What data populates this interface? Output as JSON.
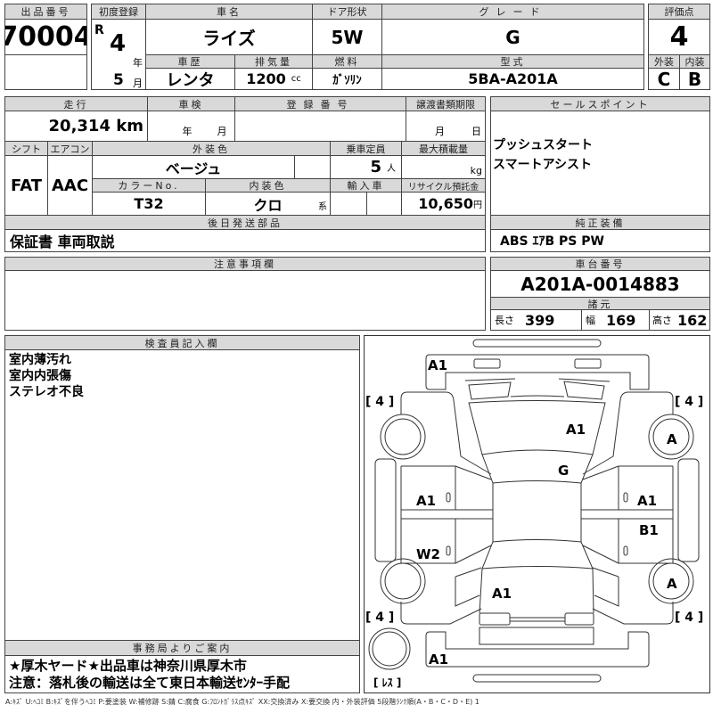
{
  "header": {
    "lot_no_label": "出品番号",
    "lot_no": "70004",
    "first_reg_label": "初度登録",
    "era": "R",
    "year": "4",
    "year_unit": "年",
    "month": "5",
    "month_unit": "月",
    "car_name_label": "車名",
    "car_name": "ライズ",
    "door_label": "ドア形状",
    "door": "5W",
    "grade_label": "グレード",
    "grade": "G",
    "history_label": "車歴",
    "history": "レンタ",
    "displacement_label": "排気量",
    "displacement": "1200",
    "displacement_unit": "cc",
    "fuel_label": "燃料",
    "fuel": "ｶﾞｿﾘﾝ",
    "model_label": "型式",
    "model": "5BA-A201A",
    "score_label": "評価点",
    "score": "4",
    "exterior_label": "外装",
    "interior_label": "内装",
    "exterior": "C",
    "interior": "B"
  },
  "details": {
    "mileage_label": "走行",
    "mileage": "20,314",
    "mileage_unit": "km",
    "inspection_label": "車検",
    "inspection_year_unit": "年",
    "inspection_month_unit": "月",
    "reg_no_label": "登録番号",
    "transfer_deadline_label": "譲渡書類期限",
    "transfer_month_unit": "月",
    "transfer_day_unit": "日",
    "shift_label": "シフト",
    "shift": "FAT",
    "ac_label": "エアコン",
    "ac": "AAC",
    "ext_color_label": "外装色",
    "ext_color": "ベージュ",
    "capacity_label": "乗車定員",
    "capacity": "5",
    "capacity_unit": "人",
    "max_load_label": "最大積載量",
    "max_load_unit": "kg",
    "color_no_label": "カラーNo.",
    "color_no": "T32",
    "int_color_label": "内装色",
    "int_color": "クロ",
    "int_color_unit": "系",
    "import_label": "輸入車",
    "recycle_label": "リサイクル預託金",
    "recycle": "10,650",
    "recycle_unit": "円",
    "later_parts_label": "後日発送部品",
    "later_parts": "保証書 車両取説"
  },
  "sales_points": {
    "label": "セールスポイント",
    "items": [
      "プッシュスタート",
      "スマートアシスト"
    ]
  },
  "equipment": {
    "label": "純正装備",
    "value": "ABS ｴｱB PS PW"
  },
  "notes": {
    "label": "注意事項欄"
  },
  "chassis": {
    "label": "車台番号",
    "value": "A201A-0014883",
    "specs_label": "諸元",
    "length_label": "長さ",
    "length": "399",
    "width_label": "幅",
    "width": "169",
    "height_label": "高さ",
    "height": "162"
  },
  "inspector": {
    "label": "検査員記入欄",
    "lines": [
      "室内薄汚れ",
      "室内内張傷",
      "ステレオ不良"
    ]
  },
  "office": {
    "label": "事務局よりご案内",
    "lines": [
      "★厚木ヤード★出品車は神奈川県厚木市",
      "注意：落札後の輸送は全て東日本輸送ｾﾝﾀｰ手配"
    ]
  },
  "diagram": {
    "front_bumper": "A1",
    "hood": "A1",
    "windshield": "G",
    "left_front_door": "A1",
    "left_rear_door": "W2",
    "right_front_door": "A1",
    "right_rear_door": "B1",
    "right_front_tire": "A",
    "right_rear_tire": "A",
    "trunk": "A1",
    "rear_bumper": "A1",
    "tread_fl": "[ 4 ]",
    "tread_fr": "[ 4 ]",
    "tread_rl": "[ 4 ]",
    "tread_rr": "[ 4 ]",
    "spare": "[ ﾚｽ ]"
  },
  "legend": "A:ｷｽﾞ U:ﾍｺﾐ B:ｷｽﾞを伴うﾍｺﾐ P:要塗装 W:補修跡 S:錆 C:腐食 G:ﾌﾛﾝﾄｶﾞﾗｽ点ｷｽﾞ XX:交換済み X:要交換 内・外装評価 5段階ﾗﾝｸ順(A・B・C・D・E) 1"
}
